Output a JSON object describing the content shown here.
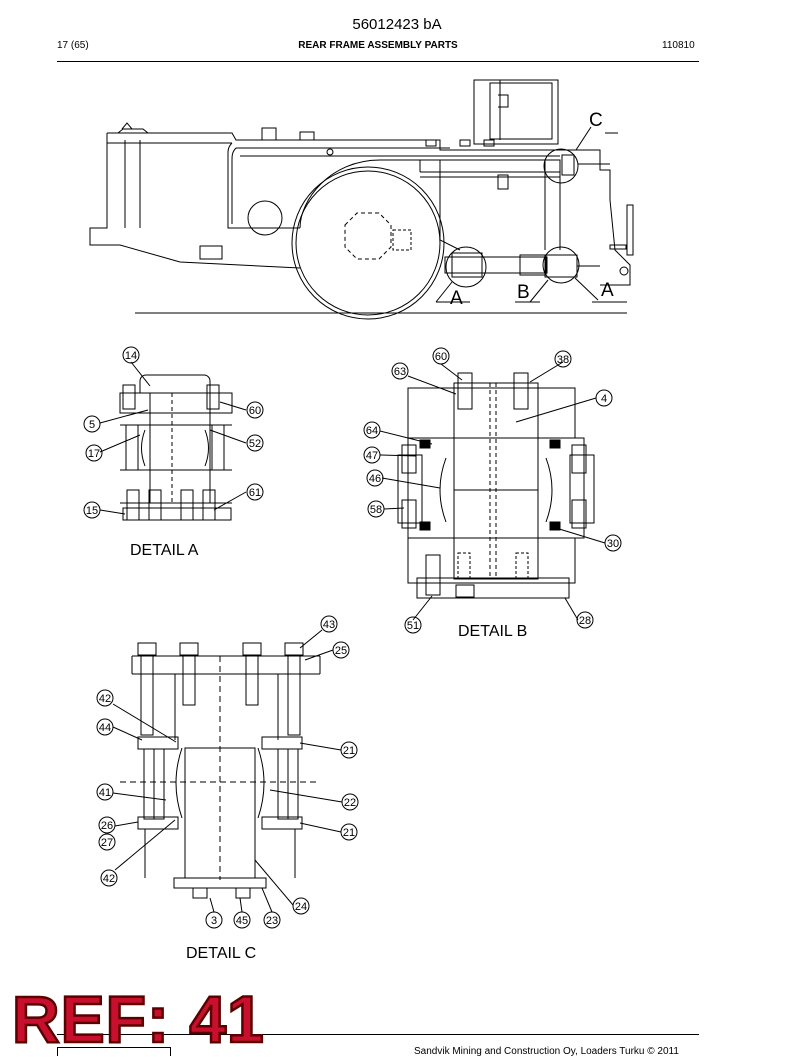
{
  "document": {
    "number": "56012423 bA",
    "page": "17 (65)",
    "title": "REAR FRAME ASSEMBLY PARTS",
    "code": "110810"
  },
  "overview": {
    "callouts": [
      "C",
      "A",
      "B",
      "A"
    ]
  },
  "details": {
    "a": {
      "caption": "DETAIL A",
      "balloons": [
        "14",
        "5",
        "60",
        "17",
        "52",
        "61",
        "15"
      ]
    },
    "b": {
      "caption": "DETAIL B",
      "balloons": [
        "60",
        "38",
        "63",
        "4",
        "64",
        "47",
        "46",
        "58",
        "30",
        "51",
        "28"
      ]
    },
    "c": {
      "caption": "DETAIL C",
      "balloons": [
        "43",
        "25",
        "42",
        "44",
        "21",
        "41",
        "22",
        "26",
        "27",
        "21",
        "42",
        "24",
        "3",
        "45",
        "23"
      ]
    }
  },
  "stamp": {
    "label": "REF: 41"
  },
  "footer": {
    "text": "Sandvik Mining and Construction Oy, Loaders Turku © 2011"
  }
}
